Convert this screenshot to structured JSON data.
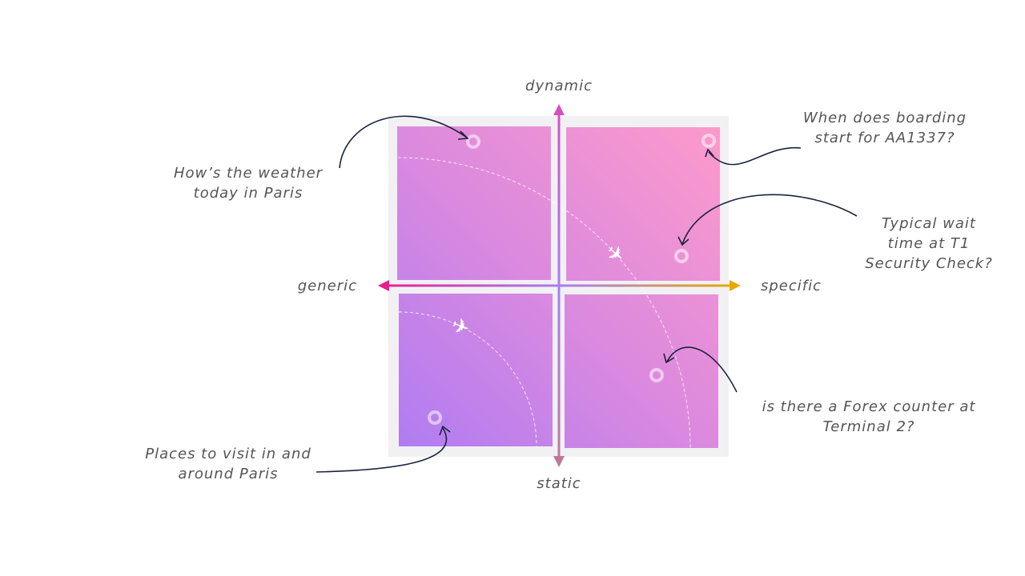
{
  "axes": {
    "top": "dynamic",
    "bottom": "static",
    "left": "generic",
    "right": "specific"
  },
  "annotations": [
    {
      "id": "weather",
      "lines": [
        "How’s the weather",
        "today in Paris"
      ]
    },
    {
      "id": "boarding",
      "lines": [
        "When does boarding",
        "start for AA1337?"
      ]
    },
    {
      "id": "wait",
      "lines": [
        "Typical wait",
        "time at T1",
        "Security Check?"
      ]
    },
    {
      "id": "forex",
      "lines": [
        "is there a Forex counter at",
        "Terminal 2?"
      ]
    },
    {
      "id": "places",
      "lines": [
        "Places to visit in and",
        "around Paris"
      ]
    }
  ],
  "colors": {
    "axis_left": "#e91e8c",
    "axis_right": "#e8a800",
    "axis_top": "#d64fc0",
    "axis_bottom": "#c0789a",
    "quad_purple": "#b07cf2",
    "quad_pink": "#fc9acb",
    "arrow": "#1a2340"
  }
}
